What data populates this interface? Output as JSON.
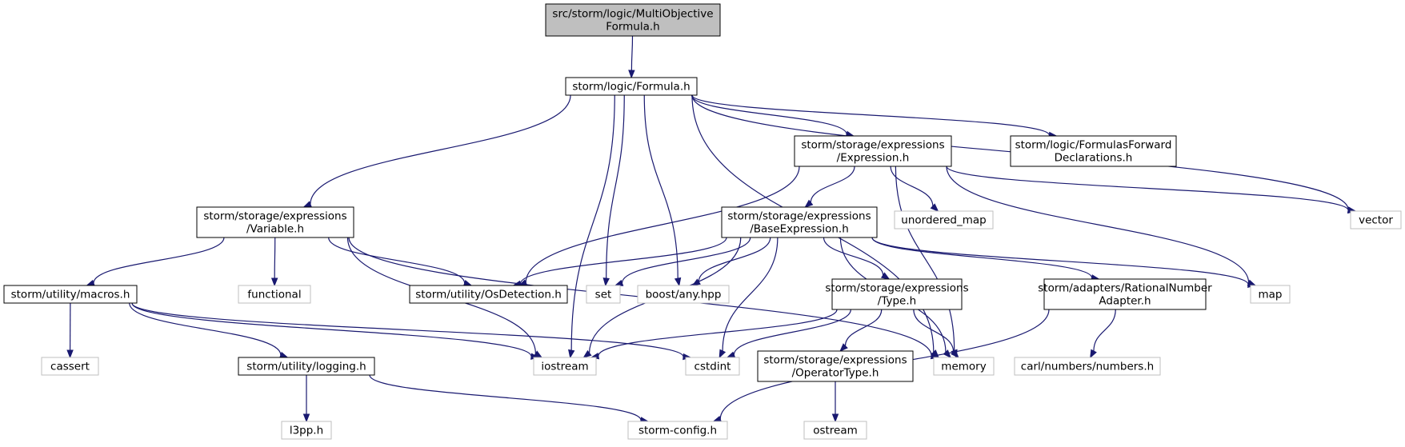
{
  "colors": {
    "edge": "#191970",
    "root_fill": "#bfbfbf",
    "file_border": "#000000",
    "external_border": "#bfbfbf",
    "background": "#ffffff"
  },
  "nodes": [
    {
      "id": "multiobjective",
      "lines": [
        "src/storm/logic/MultiObjective",
        "Formula.h"
      ],
      "kind": "root"
    },
    {
      "id": "formula",
      "lines": [
        "storm/logic/Formula.h"
      ],
      "kind": "file"
    },
    {
      "id": "formulasforward",
      "lines": [
        "storm/logic/FormulasForward",
        "Declarations.h"
      ],
      "kind": "file"
    },
    {
      "id": "expression",
      "lines": [
        "storm/storage/expressions",
        "/Expression.h"
      ],
      "kind": "file"
    },
    {
      "id": "vector",
      "lines": [
        "vector"
      ],
      "kind": "external"
    },
    {
      "id": "variable",
      "lines": [
        "storm/storage/expressions",
        "/Variable.h"
      ],
      "kind": "file"
    },
    {
      "id": "baseexpression",
      "lines": [
        "storm/storage/expressions",
        "/BaseExpression.h"
      ],
      "kind": "file"
    },
    {
      "id": "unordered_map",
      "lines": [
        "unordered_map"
      ],
      "kind": "external"
    },
    {
      "id": "macros",
      "lines": [
        "storm/utility/macros.h"
      ],
      "kind": "file"
    },
    {
      "id": "functional",
      "lines": [
        "functional"
      ],
      "kind": "external"
    },
    {
      "id": "osdetection",
      "lines": [
        "storm/utility/OsDetection.h"
      ],
      "kind": "file"
    },
    {
      "id": "set",
      "lines": [
        "set"
      ],
      "kind": "external"
    },
    {
      "id": "boostany",
      "lines": [
        "boost/any.hpp"
      ],
      "kind": "external"
    },
    {
      "id": "type",
      "lines": [
        "storm/storage/expressions",
        "/Type.h"
      ],
      "kind": "file"
    },
    {
      "id": "rationalnumber",
      "lines": [
        "storm/adapters/RationalNumber",
        "Adapter.h"
      ],
      "kind": "file"
    },
    {
      "id": "map",
      "lines": [
        "map"
      ],
      "kind": "external"
    },
    {
      "id": "cassert",
      "lines": [
        "cassert"
      ],
      "kind": "external"
    },
    {
      "id": "logging",
      "lines": [
        "storm/utility/logging.h"
      ],
      "kind": "file"
    },
    {
      "id": "iostream",
      "lines": [
        "iostream"
      ],
      "kind": "external"
    },
    {
      "id": "cstdint",
      "lines": [
        "cstdint"
      ],
      "kind": "external"
    },
    {
      "id": "operatortype",
      "lines": [
        "storm/storage/expressions",
        "/OperatorType.h"
      ],
      "kind": "file"
    },
    {
      "id": "memory",
      "lines": [
        "memory"
      ],
      "kind": "external"
    },
    {
      "id": "carlnumbers",
      "lines": [
        "carl/numbers/numbers.h"
      ],
      "kind": "external"
    },
    {
      "id": "l3pp",
      "lines": [
        "l3pp.h"
      ],
      "kind": "external"
    },
    {
      "id": "stormconfig",
      "lines": [
        "storm-config.h"
      ],
      "kind": "external"
    },
    {
      "id": "ostream",
      "lines": [
        "ostream"
      ],
      "kind": "external"
    }
  ],
  "edges": [
    {
      "from": "multiobjective",
      "to": "formula"
    },
    {
      "from": "formula",
      "to": "formulasforward"
    },
    {
      "from": "formula",
      "to": "expression"
    },
    {
      "from": "formula",
      "to": "vector"
    },
    {
      "from": "formula",
      "to": "variable"
    },
    {
      "from": "formula",
      "to": "set"
    },
    {
      "from": "formula",
      "to": "boostany"
    },
    {
      "from": "formula",
      "to": "iostream"
    },
    {
      "from": "formula",
      "to": "memory"
    },
    {
      "from": "expression",
      "to": "baseexpression"
    },
    {
      "from": "expression",
      "to": "unordered_map"
    },
    {
      "from": "expression",
      "to": "osdetection"
    },
    {
      "from": "expression",
      "to": "map"
    },
    {
      "from": "expression",
      "to": "vector"
    },
    {
      "from": "expression",
      "to": "memory"
    },
    {
      "from": "variable",
      "to": "macros"
    },
    {
      "from": "variable",
      "to": "functional"
    },
    {
      "from": "variable",
      "to": "osdetection"
    },
    {
      "from": "variable",
      "to": "iostream"
    },
    {
      "from": "variable",
      "to": "memory"
    },
    {
      "from": "baseexpression",
      "to": "osdetection"
    },
    {
      "from": "baseexpression",
      "to": "set"
    },
    {
      "from": "baseexpression",
      "to": "boostany"
    },
    {
      "from": "baseexpression",
      "to": "type"
    },
    {
      "from": "baseexpression",
      "to": "rationalnumber"
    },
    {
      "from": "baseexpression",
      "to": "map"
    },
    {
      "from": "baseexpression",
      "to": "iostream"
    },
    {
      "from": "baseexpression",
      "to": "cstdint"
    },
    {
      "from": "baseexpression",
      "to": "memory"
    },
    {
      "from": "macros",
      "to": "cassert"
    },
    {
      "from": "macros",
      "to": "logging"
    },
    {
      "from": "macros",
      "to": "iostream"
    },
    {
      "from": "macros",
      "to": "cstdint"
    },
    {
      "from": "logging",
      "to": "l3pp"
    },
    {
      "from": "logging",
      "to": "stormconfig"
    },
    {
      "from": "type",
      "to": "iostream"
    },
    {
      "from": "type",
      "to": "cstdint"
    },
    {
      "from": "type",
      "to": "operatortype"
    },
    {
      "from": "type",
      "to": "memory"
    },
    {
      "from": "rationalnumber",
      "to": "carlnumbers"
    },
    {
      "from": "rationalnumber",
      "to": "stormconfig"
    },
    {
      "from": "operatortype",
      "to": "ostream"
    }
  ]
}
